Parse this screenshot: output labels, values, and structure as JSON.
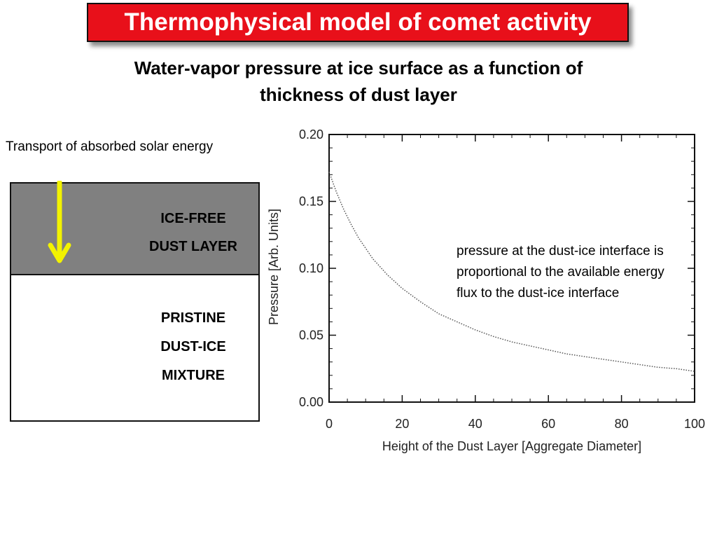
{
  "slide": {
    "title": "Thermophysical model of comet activity",
    "subtitle_line1": "Water-vapor pressure at ice surface as a function of",
    "subtitle_line2": "thickness of dust layer",
    "transport_label": "Transport of absorbed solar energy",
    "arrow_color": "#f2f200",
    "title_bg_color": "#e8101a"
  },
  "diagram": {
    "top_layer_lines": [
      "ICE-FREE",
      "DUST LAYER"
    ],
    "bottom_layer_lines": [
      "PRISTINE",
      "DUST-ICE",
      "MIXTURE"
    ],
    "top_layer_color": "#808080"
  },
  "annotation": "pressure at the dust-ice interface is proportional to the available energy flux to the dust-ice interface",
  "chart_data": {
    "type": "line",
    "title": "",
    "xlabel": "Height of the Dust Layer [Aggregate Diameter]",
    "ylabel": "Pressure [Arb. Units]",
    "xlim": [
      0,
      100
    ],
    "ylim": [
      0.0,
      0.2
    ],
    "x_ticks": [
      "0",
      "20",
      "40",
      "60",
      "80",
      "100"
    ],
    "y_ticks": [
      "0.00",
      "0.05",
      "0.10",
      "0.15",
      "0.20"
    ],
    "line_style": "dotted",
    "grid": false,
    "series": [
      {
        "x": [
          0,
          2,
          4,
          6,
          8,
          10,
          12,
          14,
          16,
          18,
          20,
          25,
          30,
          35,
          40,
          45,
          50,
          55,
          60,
          65,
          70,
          75,
          80,
          85,
          90,
          95,
          100
        ],
        "y": [
          0.172,
          0.157,
          0.144,
          0.133,
          0.123,
          0.115,
          0.107,
          0.101,
          0.095,
          0.09,
          0.085,
          0.075,
          0.066,
          0.06,
          0.054,
          0.049,
          0.045,
          0.042,
          0.039,
          0.036,
          0.034,
          0.032,
          0.03,
          0.028,
          0.026,
          0.025,
          0.023
        ]
      }
    ]
  }
}
